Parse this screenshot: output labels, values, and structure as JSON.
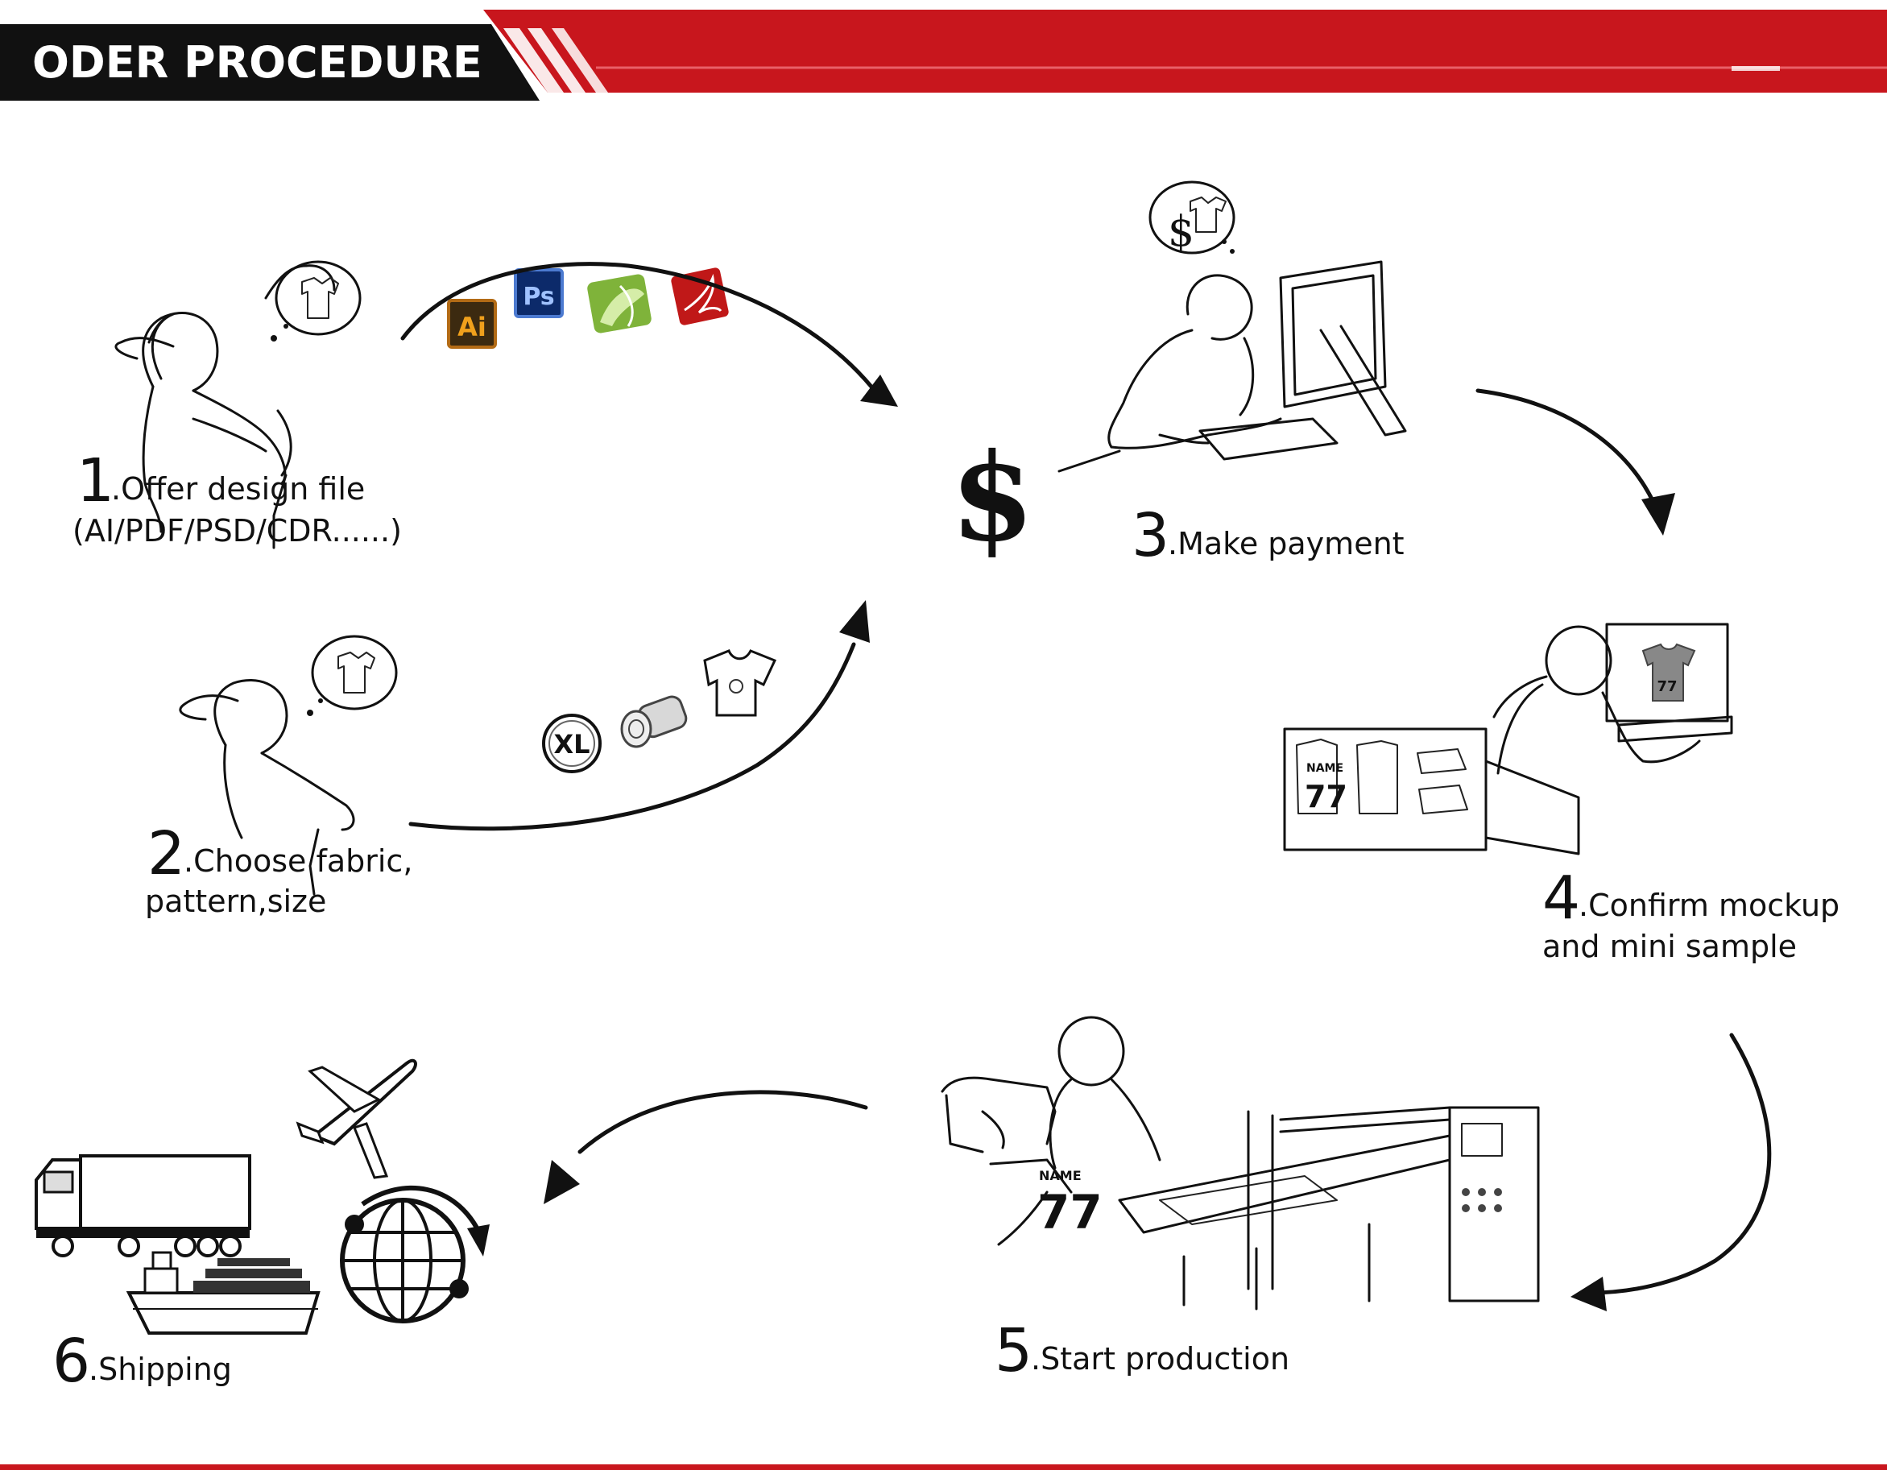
{
  "header": {
    "title": "ODER PROCEDURE",
    "bar_color": "#c8161d",
    "tab_color": "#111111"
  },
  "steps": [
    {
      "num": "1",
      "label": "Offer design file",
      "label2": "(AI/PDF/PSD/CDR......)"
    },
    {
      "num": "2",
      "label": "Choose fabric,",
      "label2": "pattern,size"
    },
    {
      "num": "3",
      "label": "Make payment",
      "label2": ""
    },
    {
      "num": "4",
      "label": "Confirm mockup",
      "label2": "and mini sample"
    },
    {
      "num": "5",
      "label": "Start production",
      "label2": ""
    },
    {
      "num": "6",
      "label": "Shipping",
      "label2": ""
    }
  ],
  "file_icons": {
    "ai": "Ai",
    "ps": "Ps",
    "cdr": "corel-draw-icon",
    "pdf": "pdf-icon"
  },
  "dollar": "$",
  "size_badge": "XL",
  "jersey": {
    "name": "NAME",
    "number": "77"
  }
}
